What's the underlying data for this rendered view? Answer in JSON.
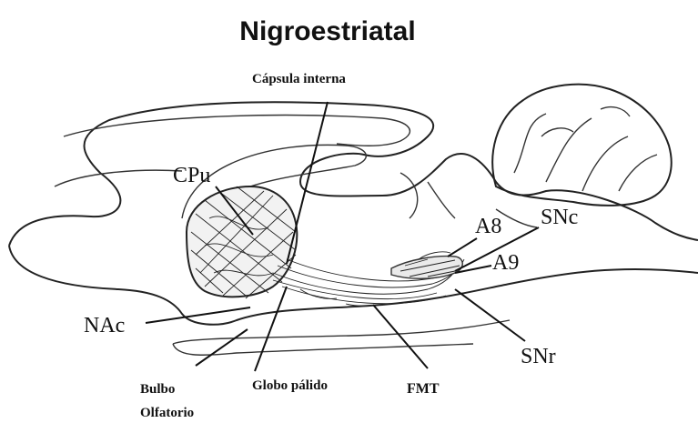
{
  "title": "Nigroestriatal",
  "labels": {
    "capsula_interna": "Cápsula interna",
    "cpu": "CPu",
    "a8": "A8",
    "snc": "SNc",
    "a9": "A9",
    "nac": "NAc",
    "snr": "SNr",
    "bulbo_line1": "Bulbo",
    "bulbo_line2": "Olfatorio",
    "globo_palido": "Globo pálido",
    "fmt": "FMT"
  }
}
